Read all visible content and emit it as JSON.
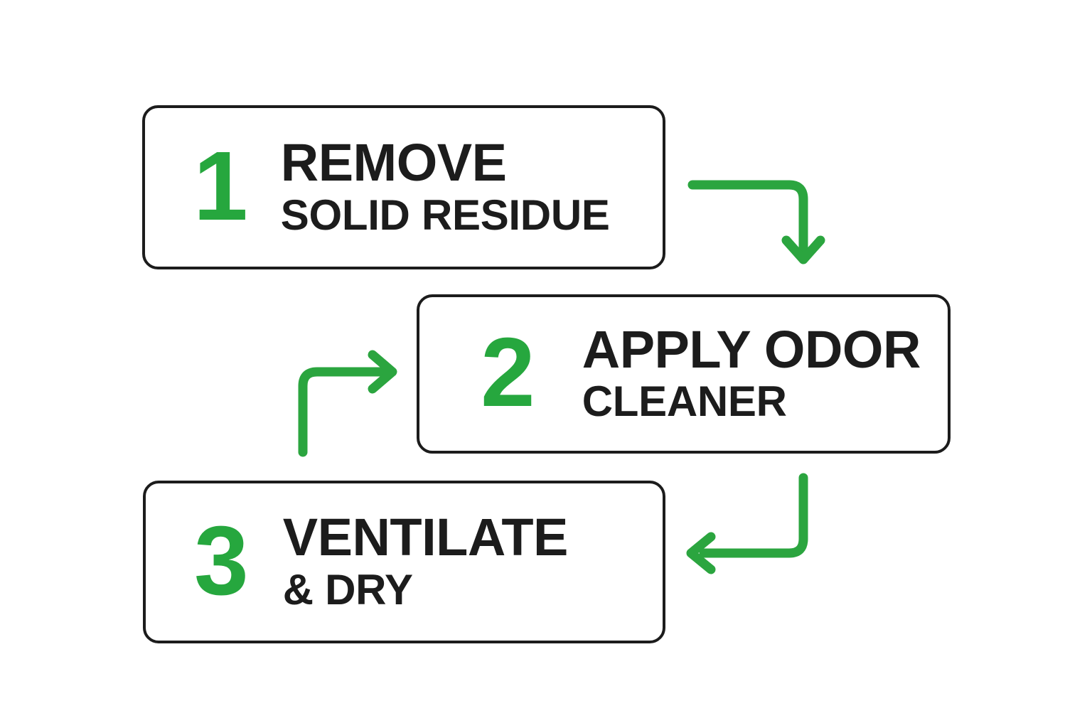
{
  "meta": {
    "background_color": "#ffffff",
    "accent_green": "#26A73E",
    "arrow_green": "#2BA53F",
    "text_color": "#1c1c1c",
    "border_color": "#1c1c1c"
  },
  "steps": [
    {
      "number": "1",
      "title": "REMOVE",
      "subtitle": "SOLID RESIDUE"
    },
    {
      "number": "2",
      "title": "APPLY ODOR",
      "subtitle": "CLEANER"
    },
    {
      "number": "3",
      "title": "VENTILATE",
      "subtitle": "& DRY"
    }
  ],
  "connectors": [
    {
      "name": "arrow-step1-to-step2",
      "from": "step-1",
      "to": "step-2",
      "direction": "right-then-down",
      "color": "#2BA53F"
    },
    {
      "name": "arrow-step2-inflow",
      "from": "step-1",
      "to": "step-2",
      "direction": "up-then-right",
      "color": "#2BA53F"
    },
    {
      "name": "arrow-step2-to-step3",
      "from": "step-2",
      "to": "step-3",
      "direction": "down-then-left",
      "color": "#2BA53F"
    }
  ]
}
